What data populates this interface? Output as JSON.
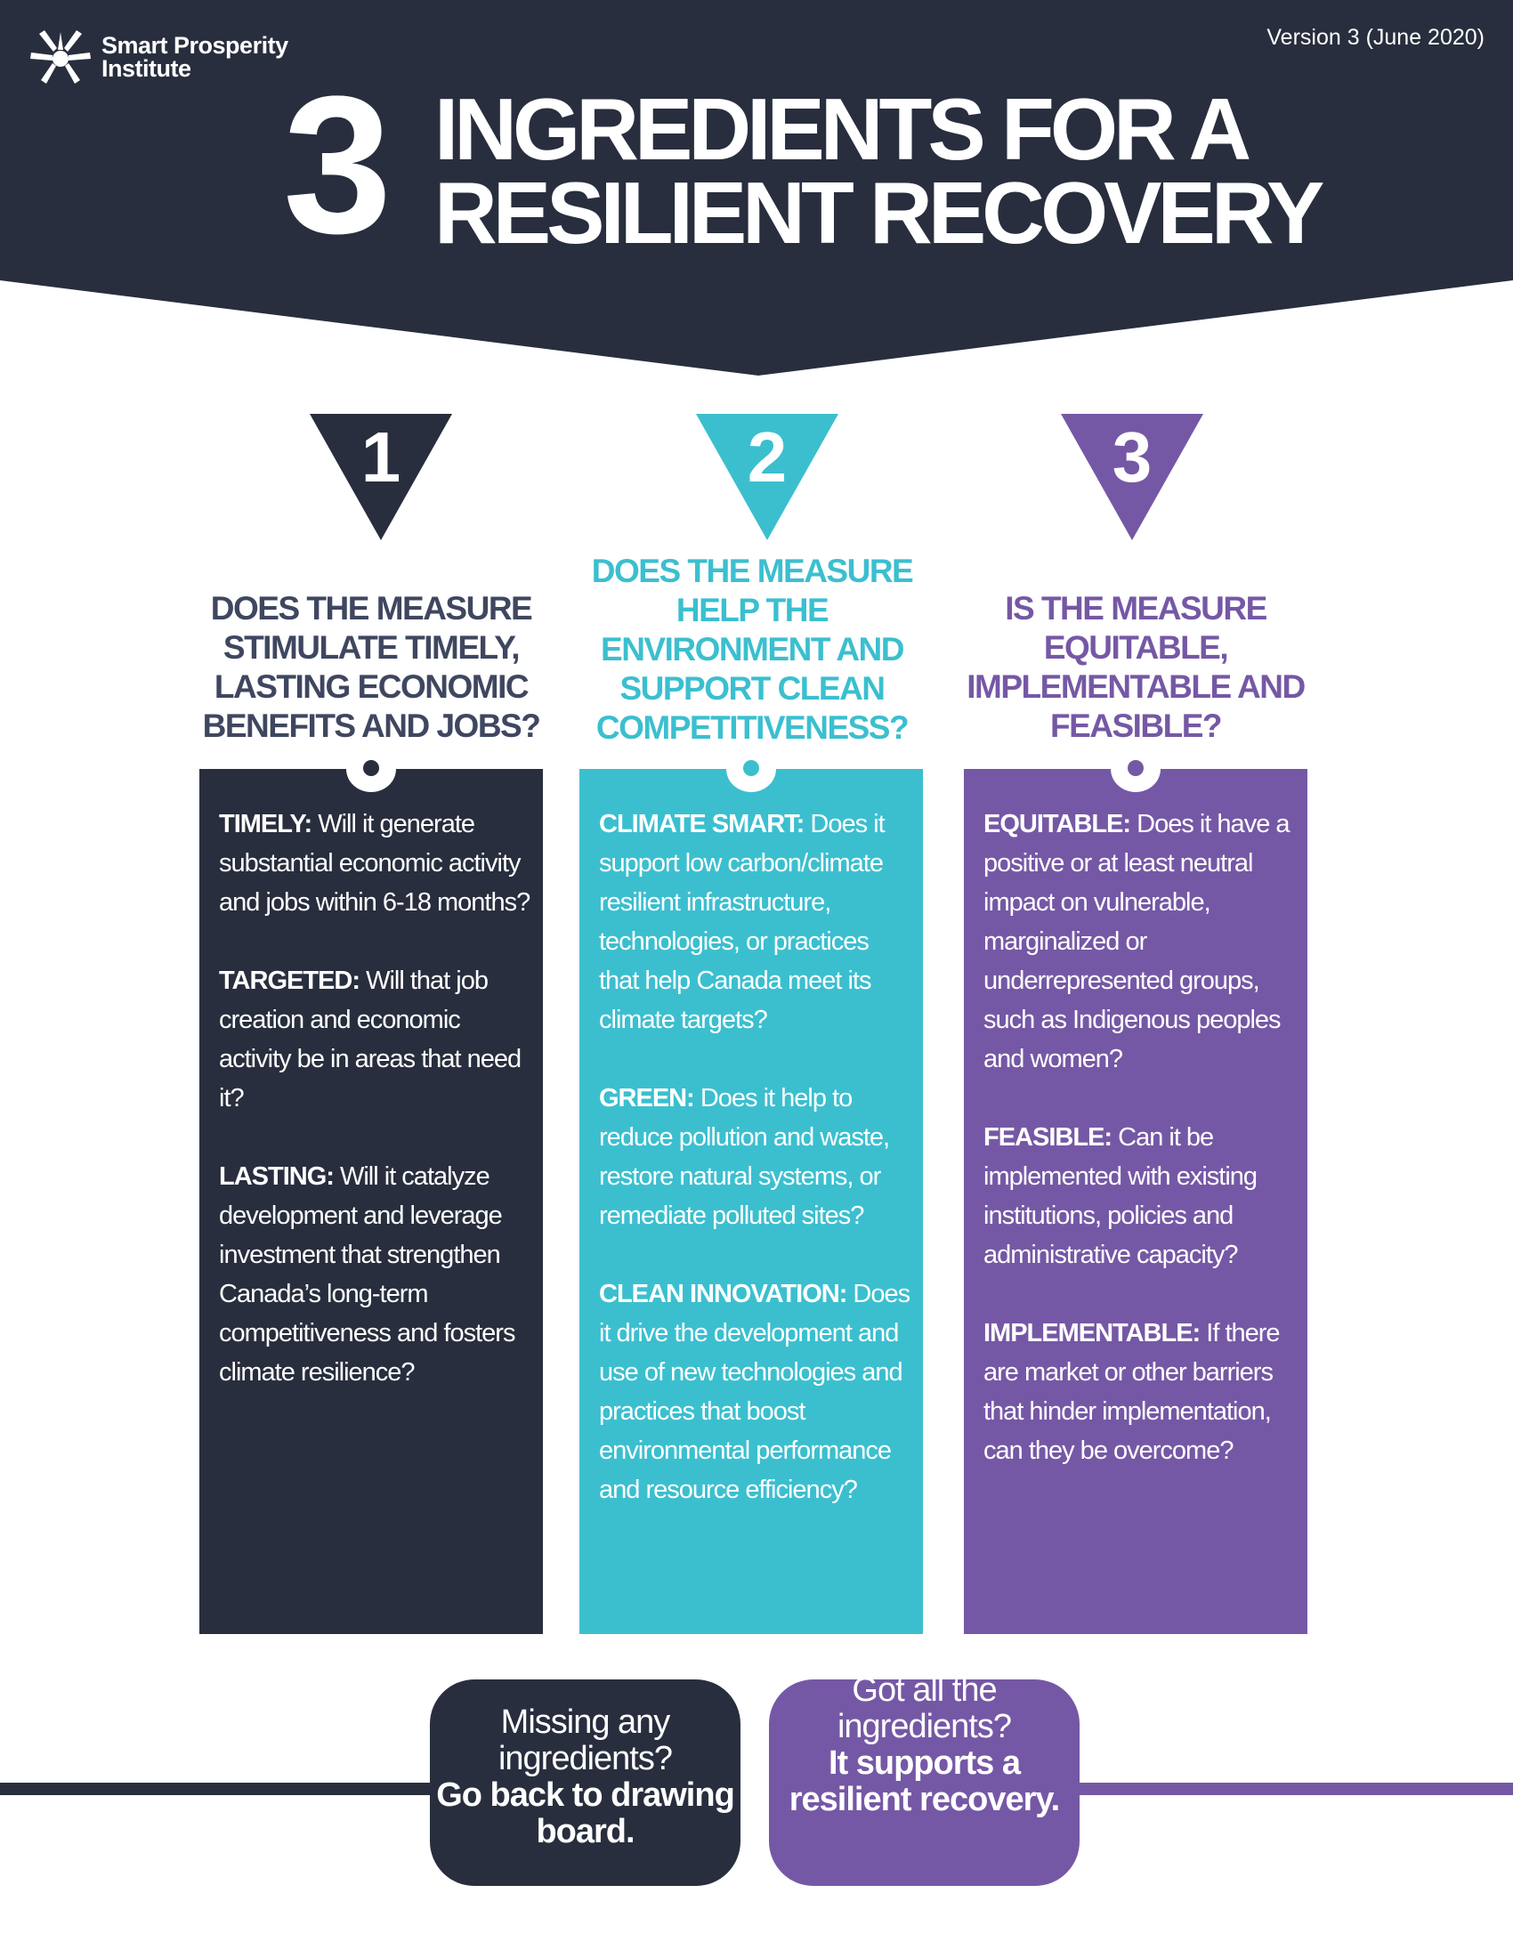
{
  "header": {
    "logo_line1": "Smart Prosperity",
    "logo_line2": "Institute",
    "version": "Version 3 (June 2020)",
    "big_number": "3",
    "title_line1": "INGREDIENTS FOR A",
    "title_line2": "RESILIENT RECOVERY"
  },
  "colors": {
    "navy": "#282e3d",
    "teal": "#3bbfcf",
    "purple": "#7558a5"
  },
  "columns": [
    {
      "number": "1",
      "question": "DOES THE MEASURE STIMULATE TIMELY, LASTING ECONOMIC BENEFITS AND JOBS?",
      "items": [
        {
          "label": "TIMELY:",
          "text": " Will it generate substantial economic activity and jobs within 6-18 months?"
        },
        {
          "label": "TARGETED:",
          "text": " Will that job creation and economic activity be in areas that need it?"
        },
        {
          "label": "LASTING:",
          "text": " Will it catalyze development and leverage investment that strengthen Canada’s long-term competitiveness and fosters climate resilience?"
        }
      ]
    },
    {
      "number": "2",
      "question": "DOES THE MEASURE HELP THE ENVIRONMENT AND SUPPORT CLEAN COMPETITIVENESS?",
      "items": [
        {
          "label": "CLIMATE SMART:",
          "text": " Does it support low carbon/climate resilient infrastructure, technologies, or practices that help Canada meet its climate targets?"
        },
        {
          "label": "GREEN:",
          "text": " Does it help to reduce pollution and waste, restore natural systems, or remediate polluted sites?"
        },
        {
          "label": "CLEAN INNOVATION:",
          "text": " Does it drive the development and use of new technologies and practices that boost environmental performance and resource efficiency?"
        }
      ]
    },
    {
      "number": "3",
      "question": "IS THE MEASURE EQUITABLE, IMPLEMENTABLE AND FEASIBLE?",
      "items": [
        {
          "label": "EQUITABLE:",
          "text": " Does it have a positive or at least neutral impact on vulnerable, marginalized or underrepresented groups, such as Indigenous peoples and women?"
        },
        {
          "label": "FEASIBLE:",
          "text": " Can it be implemented with existing institutions, policies and administrative capacity?"
        },
        {
          "label": "IMPLEMENTABLE:",
          "text": " If there are market or other barriers that hinder implementation, can they be overcome?"
        }
      ]
    }
  ],
  "footer": {
    "left_normal": "Missing any ingredients?",
    "left_bold": "Go back to drawing board.",
    "right_normal": "Got all the ingredients?",
    "right_bold": "It supports a resilient recovery."
  }
}
